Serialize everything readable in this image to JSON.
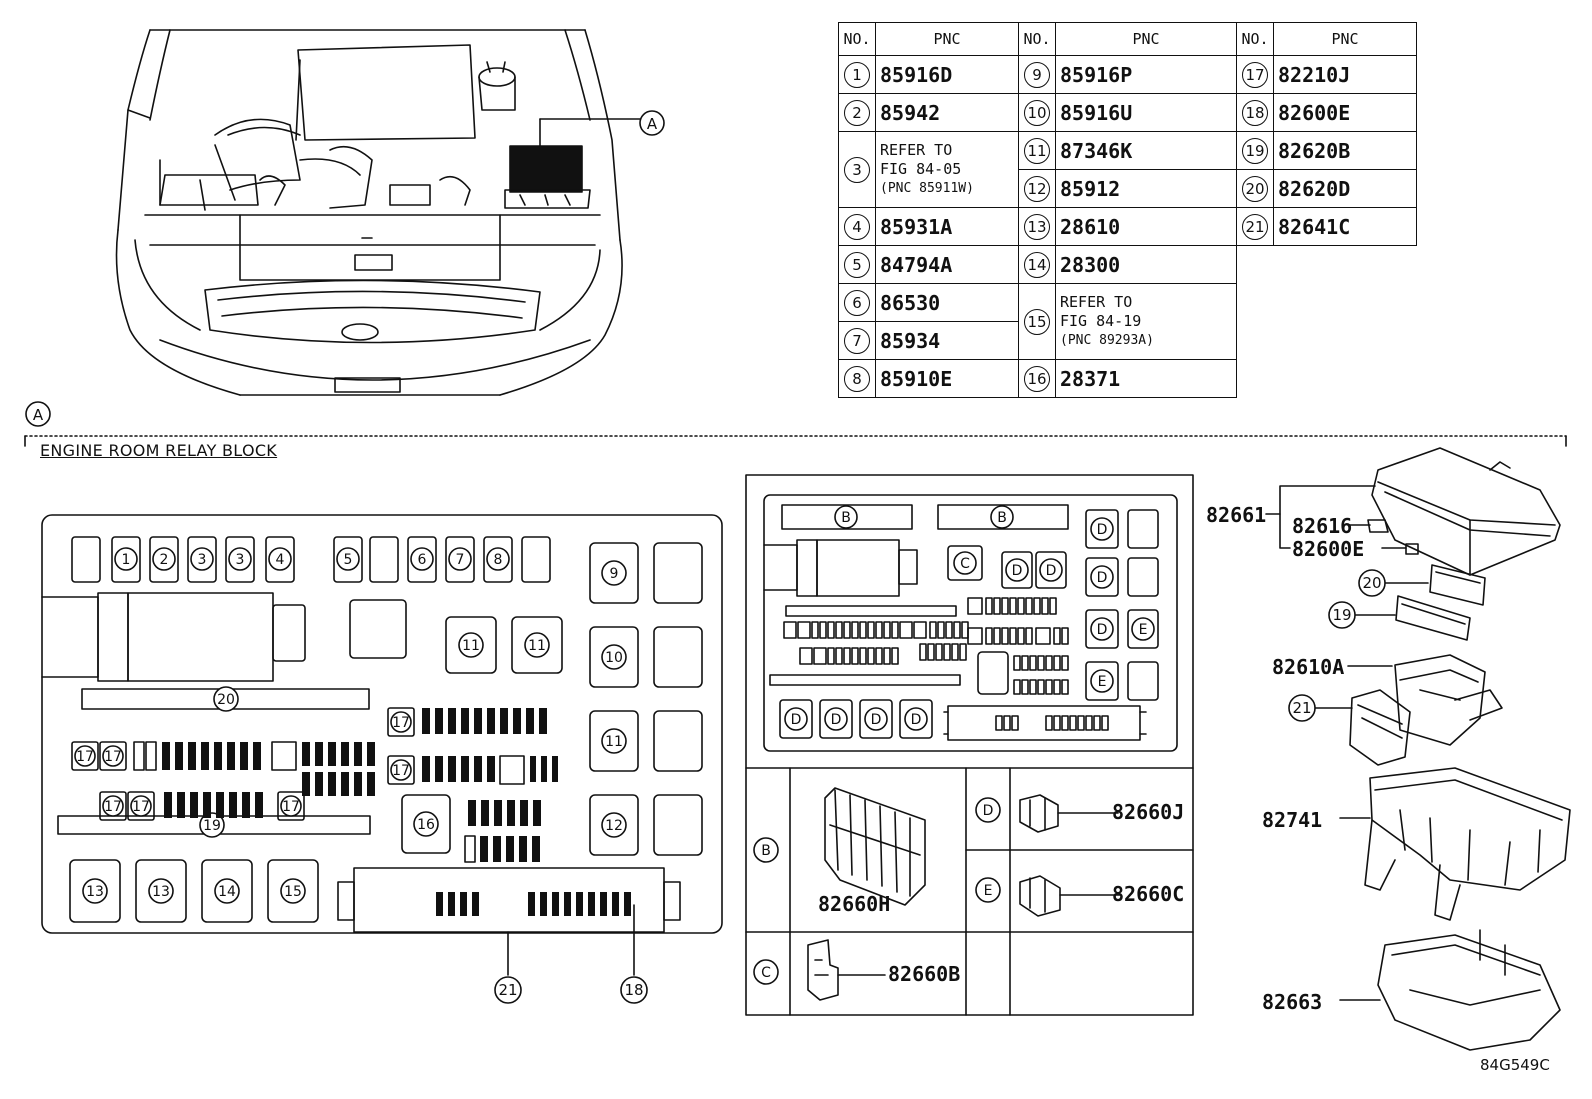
{
  "callouts": {
    "A": "A",
    "B": "B",
    "C": "C",
    "D": "D",
    "E": "E"
  },
  "section_title": "ENGINE ROOM RELAY BLOCK",
  "figure_code": "84G549C",
  "table": {
    "headers": [
      "NO.",
      "PNC",
      "NO.",
      "PNC",
      "NO.",
      "PNC"
    ],
    "col1": [
      {
        "no": "1",
        "pnc": "85916D"
      },
      {
        "no": "2",
        "pnc": "85942"
      },
      {
        "no": "3",
        "ref1": "REFER TO",
        "ref2": "FIG 84-05",
        "ref3": "(PNC 85911W)"
      },
      {
        "no": "4",
        "pnc": "85931A"
      },
      {
        "no": "5",
        "pnc": "84794A"
      },
      {
        "no": "6",
        "pnc": "86530"
      },
      {
        "no": "7",
        "pnc": "85934"
      },
      {
        "no": "8",
        "pnc": "85910E"
      }
    ],
    "col2": [
      {
        "no": "9",
        "pnc": "85916P"
      },
      {
        "no": "10",
        "pnc": "85916U"
      },
      {
        "no": "11",
        "pnc": "87346K"
      },
      {
        "no": "12",
        "pnc": "85912"
      },
      {
        "no": "13",
        "pnc": "28610"
      },
      {
        "no": "14",
        "pnc": "28300"
      },
      {
        "no": "15",
        "ref1": "REFER TO",
        "ref2": "FIG 84-19",
        "ref3": "(PNC 89293A)"
      },
      {
        "no": "16",
        "pnc": "28371"
      }
    ],
    "col3": [
      {
        "no": "17",
        "pnc": "82210J"
      },
      {
        "no": "18",
        "pnc": "82600E"
      },
      {
        "no": "19",
        "pnc": "82620B"
      },
      {
        "no": "20",
        "pnc": "82620D"
      },
      {
        "no": "21",
        "pnc": "82641C"
      }
    ]
  },
  "relay_block": {
    "top_fuses": [
      "1",
      "2",
      "3",
      "3",
      "4",
      "5",
      "6",
      "7",
      "8"
    ],
    "right_relays": [
      "9",
      "10",
      "11",
      "12"
    ],
    "mid_relays": [
      "11",
      "11"
    ],
    "bottom_relays": [
      "13",
      "13",
      "14",
      "15"
    ],
    "small_17": [
      "17",
      "17",
      "17",
      "17",
      "17",
      "17",
      "17"
    ],
    "relay_16": "16",
    "bar_20": "20",
    "bar_19": "19",
    "leader_21": "21",
    "leader_18": "18"
  },
  "parts": {
    "p82660H": "82660H",
    "p82660B": "82660B",
    "p82660J": "82660J",
    "p82660C": "82660C",
    "p82661": "82661",
    "p82616": "82616",
    "p82600E": "82600E",
    "p82610A": "82610A",
    "p82741": "82741",
    "p82663": "82663",
    "n20": "20",
    "n19": "19",
    "n21": "21"
  }
}
